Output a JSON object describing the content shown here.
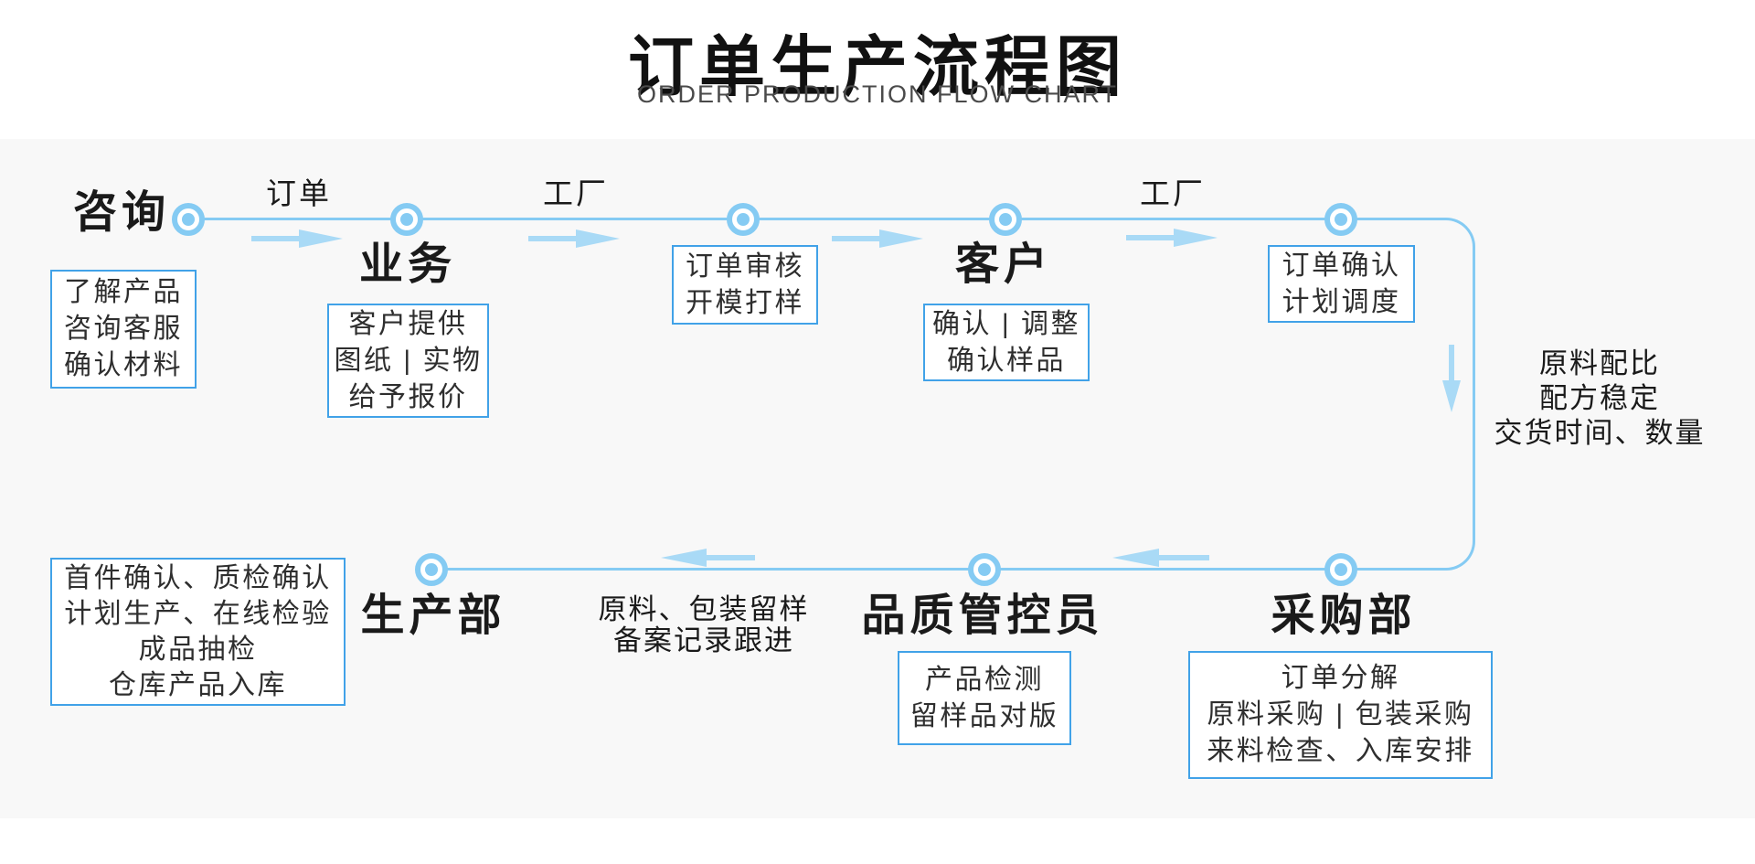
{
  "header": {
    "title": "订单生产流程图",
    "subtitle": "ORDER PRODUCTION FLOW CHART"
  },
  "colors": {
    "line": "#85cbf3",
    "arrow": "#a9daf6",
    "box_border": "#41a2e8",
    "band": "#f8f8f8"
  },
  "stages": {
    "consult": {
      "label": "咨询",
      "box": [
        "了解产品",
        "咨询客服",
        "确认材料"
      ]
    },
    "sales": {
      "label": "业务",
      "box": [
        "客户提供",
        "图纸 | 实物",
        "给予报价"
      ]
    },
    "order_review": {
      "box": [
        "订单审核",
        "开模打样"
      ]
    },
    "customer": {
      "label": "客户",
      "box": [
        "确认 | 调整",
        "确认样品"
      ]
    },
    "order_confirm": {
      "box": [
        "订单确认",
        "计划调度"
      ]
    },
    "purchasing": {
      "label": "采购部",
      "box": [
        "订单分解",
        "原料采购 | 包装采购",
        "来料检查、入库安排"
      ]
    },
    "qc": {
      "label": "品质管控员",
      "box": [
        "产品检测",
        "留样品对版"
      ]
    },
    "production": {
      "label": "生产部",
      "box": [
        "首件确认、质检确认",
        "计划生产、在线检验",
        "成品抽检",
        "仓库产品入库"
      ]
    }
  },
  "edges": {
    "order": "订单",
    "factory_1": "工厂",
    "factory_2": "工厂",
    "side_note": [
      "原料配比",
      "配方稳定",
      "交货时间、数量"
    ],
    "bottom_note": [
      "原料、包装留样",
      "备案记录跟进"
    ]
  }
}
